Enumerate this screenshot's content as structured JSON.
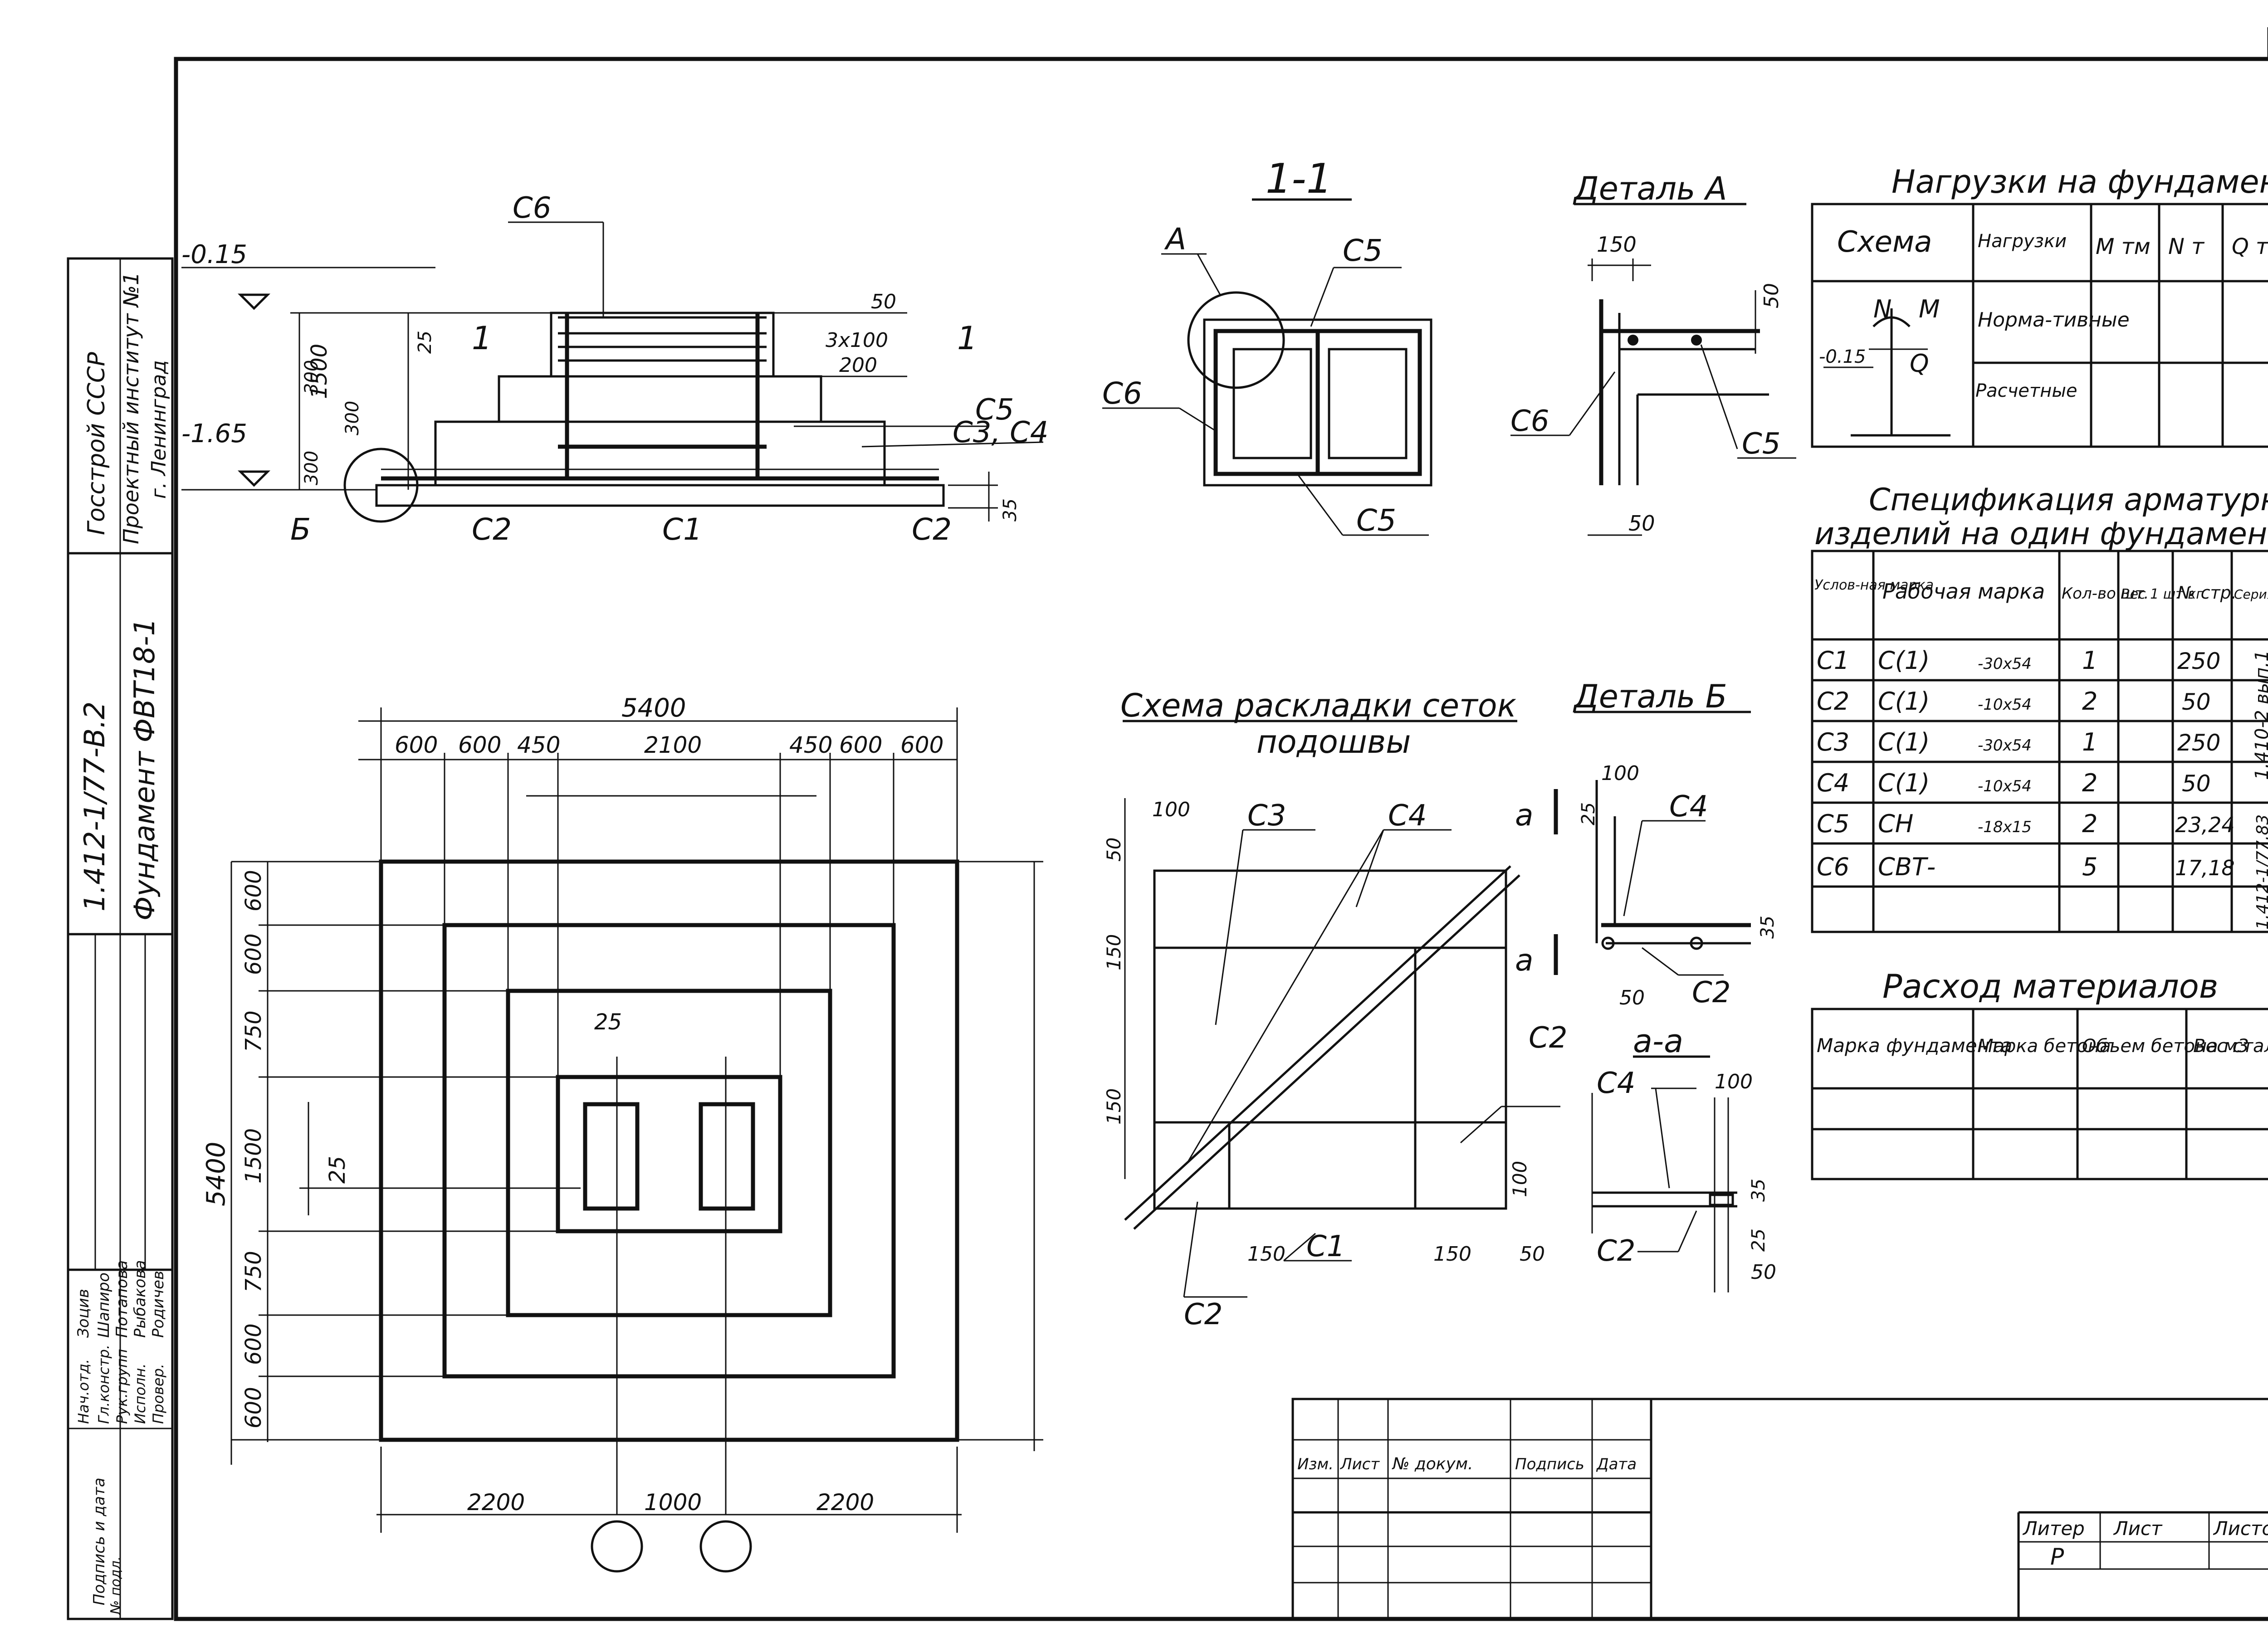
{
  "sheet": {
    "page_number": "14",
    "colors": {
      "ink": "#111111",
      "paper": "#ffffff"
    }
  },
  "stamp_left": {
    "org_1": "Госстрой СССР",
    "org_2": "Проектный институт №1",
    "org_3": "г. Ленинград",
    "series": "1.412-1/77-В.2",
    "title": "Фундамент ФВТ18-1",
    "roles": [
      "Нач.отд.",
      "Гл.констр.",
      "Рук.групп",
      "Исполн.",
      "Провер."
    ],
    "names": [
      "Зоцив",
      "Шапиро",
      "Потапова",
      "Рыбакова",
      "Родичев"
    ],
    "side_label_1": "Подпись и дата",
    "side_label_2": "№ подл."
  },
  "elevation": {
    "marks": [
      "-0.15",
      "-1.65"
    ],
    "dims_left": [
      "1500",
      "300",
      "300",
      "300",
      "25"
    ],
    "dims_right": [
      "50",
      "3x100",
      "200",
      "35"
    ],
    "labels": [
      "С6",
      "1",
      "1",
      "С5",
      "С3, С4",
      "Б",
      "С2",
      "С1",
      "С2"
    ]
  },
  "section_1_1": {
    "title": "1-1",
    "labels": [
      "А",
      "С5",
      "С6",
      "С5"
    ]
  },
  "detail_a": {
    "title": "Деталь А",
    "dims": [
      "150",
      "50",
      "50"
    ],
    "labels": [
      "С6",
      "С5"
    ]
  },
  "detail_b": {
    "title": "Деталь Б",
    "dims": [
      "100",
      "25",
      "35",
      "50"
    ],
    "labels": [
      "С4",
      "С2",
      "а",
      "а"
    ]
  },
  "section_a_a": {
    "title": "а-а",
    "dims": [
      "100",
      "35",
      "25",
      "50"
    ],
    "labels": [
      "С4",
      "С2"
    ]
  },
  "mesh_layout": {
    "title_1": "Схема раскладки сеток",
    "title_2": "подошвы",
    "dims": [
      "100",
      "50",
      "150",
      "150",
      "150",
      "150",
      "100",
      "50"
    ],
    "labels": [
      "С3",
      "С4",
      "С2",
      "С1",
      "С2"
    ]
  },
  "plan": {
    "dim_total_top": "5400",
    "dims_top": [
      "600",
      "600",
      "450",
      "2100",
      "450",
      "600",
      "600"
    ],
    "dim_total_left": "5400",
    "dims_left": [
      "600",
      "600",
      "750",
      "1500",
      "750",
      "600",
      "600"
    ],
    "dim_25_a": "25",
    "dim_25_b": "25",
    "dims_bottom": [
      "2200",
      "1000",
      "2200"
    ]
  },
  "loads_table": {
    "title": "Нагрузки на фундамент",
    "headers": [
      "Схема",
      "Нагрузки",
      "M тм",
      "N т",
      "Q т"
    ],
    "rows": [
      "Норма-тивные",
      "Расчетные"
    ],
    "scheme_mark": "-0.15",
    "scheme_letters": [
      "N",
      "M",
      "Q"
    ]
  },
  "spec_table": {
    "title_1": "Спецификация арматурных",
    "title_2": "изделий на один фундамент",
    "headers": [
      "Услов-ная марка",
      "Рабочая марка",
      "Кол-во шт.",
      "Вес 1 шт кг",
      "№ стр.",
      "Серия, выпуск"
    ],
    "rows": [
      {
        "mark": "С1",
        "work": "С(1)",
        "size": "-30x54",
        "qty": "1",
        "page": "250"
      },
      {
        "mark": "С2",
        "work": "С(1)",
        "size": "-10x54",
        "qty": "2",
        "page": "50"
      },
      {
        "mark": "С3",
        "work": "С(1)",
        "size": "-30x54",
        "qty": "1",
        "page": "250"
      },
      {
        "mark": "С4",
        "work": "С(1)",
        "size": "-10x54",
        "qty": "2",
        "page": "50"
      },
      {
        "mark": "С5",
        "work": "СН",
        "size": "-18x15",
        "qty": "2",
        "page": "23,24"
      },
      {
        "mark": "С6",
        "work": "СВТ-",
        "size": "",
        "qty": "5",
        "page": "17,18"
      }
    ],
    "series_1": "1.410-2 вып.1",
    "series_2": "1.412-1/77.83"
  },
  "materials_table": {
    "title": "Расход материалов",
    "headers": [
      "Марка фундамента",
      "Марка бетона",
      "Объем бетона м3",
      "Вес стали кг"
    ]
  },
  "title_block": {
    "headers": [
      "Изм.",
      "Лист",
      "№ докум.",
      "Подпись",
      "Дата"
    ],
    "lit_headers": [
      "Литер",
      "Лист",
      "Листов"
    ],
    "lit_value": "Р"
  }
}
